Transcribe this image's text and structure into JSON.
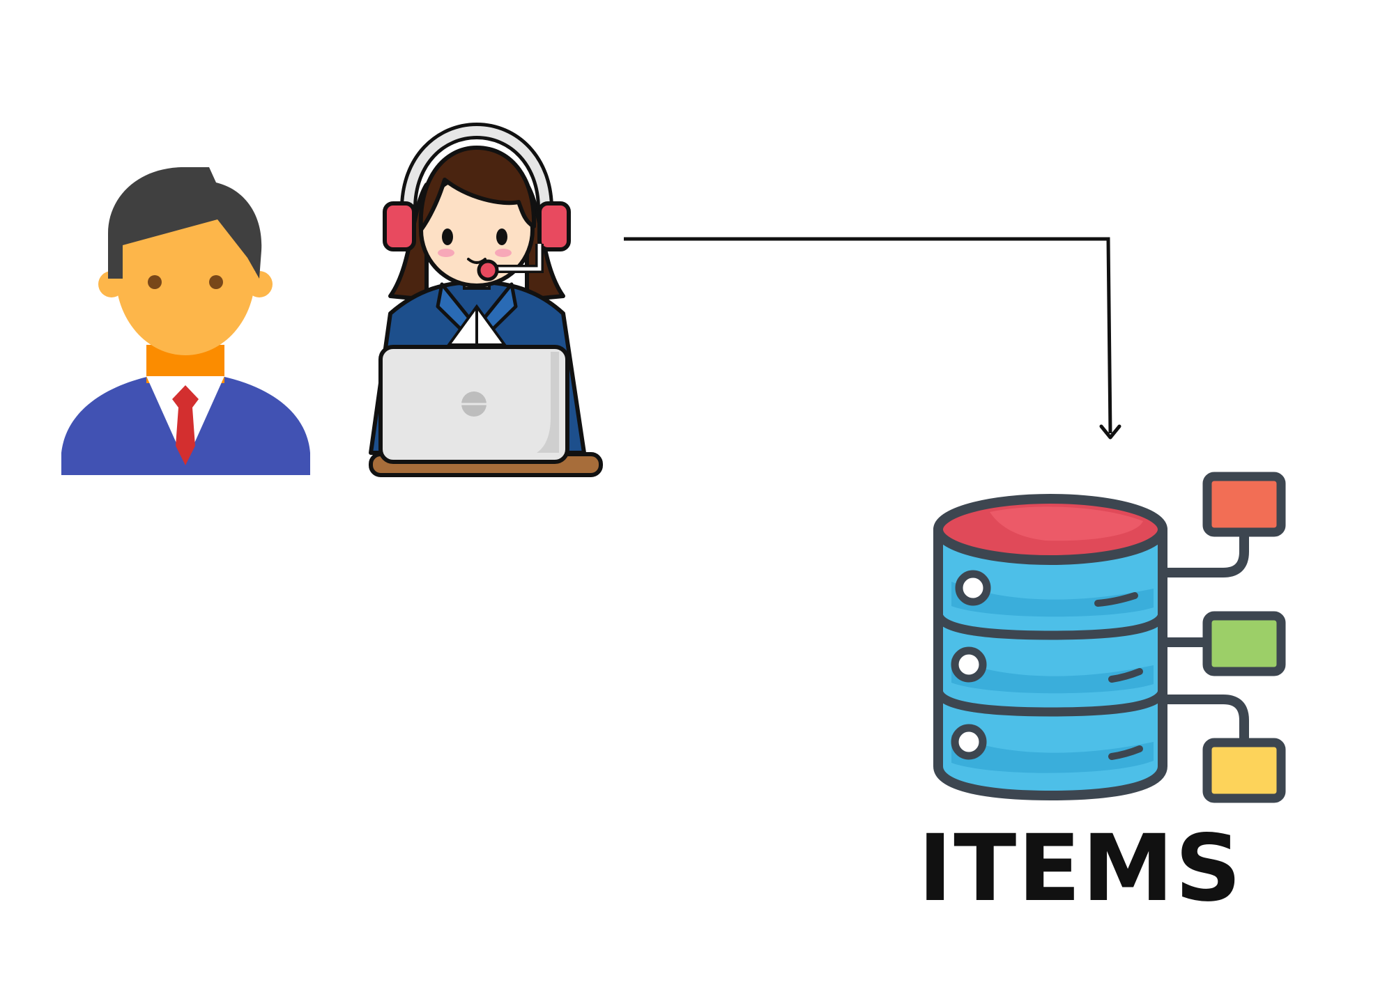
{
  "diagram": {
    "database": {
      "label": "ITEMS"
    },
    "nodes": [
      {
        "id": "customer",
        "icon": "businessman-icon"
      },
      {
        "id": "support-agent",
        "icon": "support-agent-headset-laptop-icon"
      },
      {
        "id": "items-database",
        "icon": "database-icon"
      }
    ],
    "edges": [
      {
        "from": "support-agent",
        "to": "items-database"
      }
    ],
    "colors": {
      "outline": "#3d4650",
      "db_body": "#4dbfe8",
      "db_shade": "#3aaedb",
      "db_top": "#e04a59",
      "node_red": "#f26e55",
      "node_green": "#9ccf68",
      "node_yellow": "#fdd35a",
      "suit": "#4152b3",
      "skin": "#fdb64a",
      "hair": "#404040",
      "tie": "#d32f2f",
      "headphone": "#e84a5f",
      "jacket": "#1d4f8c",
      "laptop": "#e6e6e6",
      "desk": "#a76d3a"
    }
  }
}
